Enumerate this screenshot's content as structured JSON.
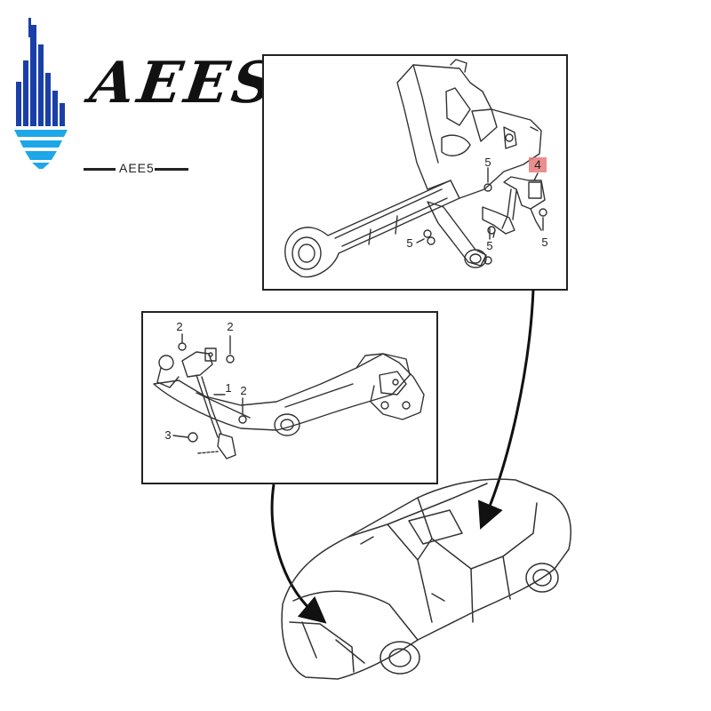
{
  "brand": {
    "name": "AEES",
    "subtitle": "AEE5",
    "accent_blue": "#1a3fa8",
    "accent_cyan": "#1ea7e8"
  },
  "rear_diagram": {
    "callouts": [
      "5",
      "5",
      "5",
      "5",
      "4"
    ],
    "highlight_callout": "4",
    "highlight_color": "#e87a7a"
  },
  "front_diagram": {
    "callouts": [
      "2",
      "2",
      "1",
      "2",
      "3"
    ]
  },
  "car": {
    "icon": "sedan-outline-icon"
  }
}
